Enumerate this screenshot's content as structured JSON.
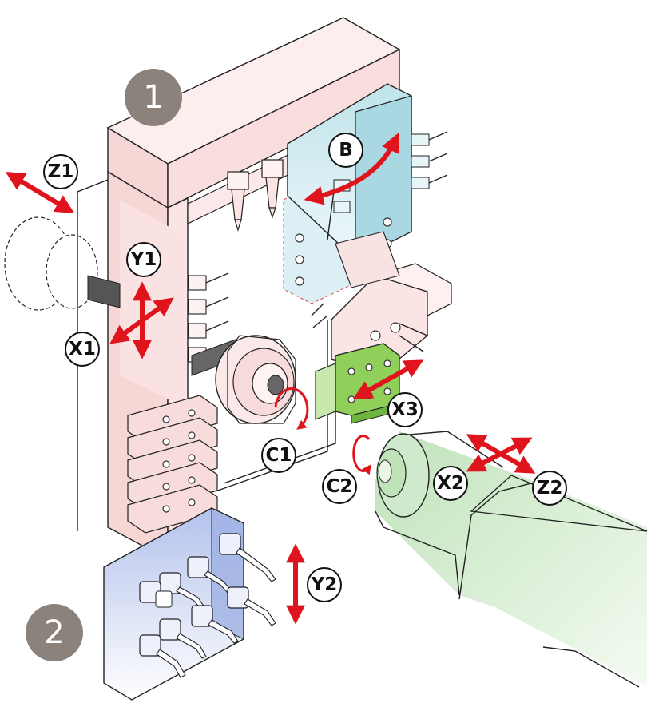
{
  "diagram": {
    "markers": {
      "unit_1": "1",
      "unit_2": "2"
    },
    "axes": {
      "z1": "Z1",
      "y1": "Y1",
      "x1": "X1",
      "b": "B",
      "c1": "C1",
      "x3": "X3",
      "c2": "C2",
      "x2": "X2",
      "z2": "Z2",
      "y2": "Y2"
    },
    "colors": {
      "upper_frame": "#fbe4e4",
      "b_axis_head": "#bfe3ea",
      "x3_tool_block": "#8fcf5a",
      "lower_turret": "#b9c7ec",
      "spindle_housing": "#cfe9cc",
      "motion_arrow": "#e0141c",
      "marker_circle": "#8c827c"
    }
  }
}
